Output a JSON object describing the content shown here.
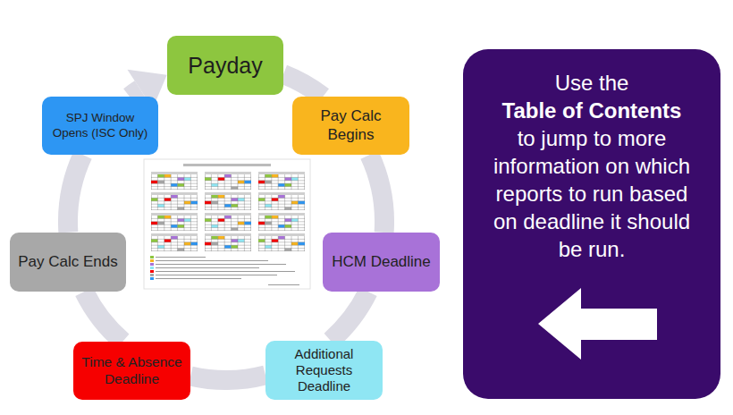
{
  "diagram": {
    "nodes": [
      {
        "text": [
          "Payday"
        ]
      },
      {
        "text": [
          "Pay Calc Begins"
        ]
      },
      {
        "text": [
          "HCM Deadline"
        ]
      },
      {
        "text": [
          "Additional Requests Deadline"
        ]
      },
      {
        "text": [
          "Time & Absence Deadline"
        ]
      },
      {
        "text": [
          "Pay Calc Ends"
        ]
      },
      {
        "text": [
          "SPJ Window Opens (ISC Only)"
        ]
      },
      {
        "text": [
          "Use the",
          "Table of Contents",
          "to jump to more information on which reports to run based on deadline it should be run."
        ]
      }
    ],
    "edges": [
      {
        "from": 0,
        "to": 1,
        "arrow": "none"
      },
      {
        "from": 1,
        "to": 2,
        "arrow": "none"
      },
      {
        "from": 2,
        "to": 3,
        "arrow": "none"
      },
      {
        "from": 3,
        "to": 4,
        "arrow": "none"
      },
      {
        "from": 4,
        "to": 5,
        "arrow": "none"
      },
      {
        "from": 5,
        "to": 6,
        "arrow": "none"
      },
      {
        "from": 6,
        "to": 0,
        "arrow": "to"
      }
    ]
  }
}
